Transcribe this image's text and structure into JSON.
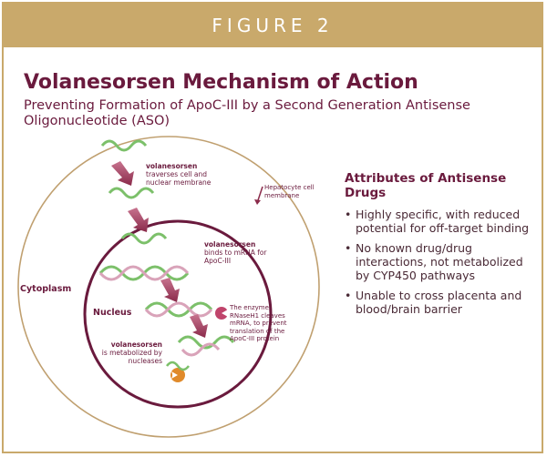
{
  "banner": "FIGURE 2",
  "title": "Volanesorsen Mechanism of Action",
  "subtitle": "Preventing Formation of ApoC-III by a Second Generation Antisense Oligonucleotide (ASO)",
  "diagram": {
    "cytoplasm": "Cytoplasm",
    "nucleus": "Nucleus",
    "hepatocyte": "Hepatocyte cell membrane",
    "step1_bold": "volanesorsen",
    "step1_text": "traverses cell and nuclear membrane",
    "step2_bold": "volanesorsen",
    "step2_text": "binds to mRNA for ApoC-III",
    "step3_text": "The enzyme RNaseH1 cleaves mRNA, to prevent translation of the ApoC-III protein",
    "step4_bold": "volanesorsen",
    "step4_text": "is metabolized by nucleases"
  },
  "attributes": {
    "heading": "Attributes of Antisense Drugs",
    "items": [
      "Highly specific, with reduced potential for off-target binding",
      "No known drug/drug interactions, not metabolized by CYP450 pathways",
      "Unable to cross placenta and blood/brain barrier"
    ]
  },
  "colors": {
    "gold": "#c9a96b",
    "maroon": "#6a1a3d",
    "green": "#7cc06a",
    "pink": "#d9a3b9",
    "rose": "#c0446b",
    "orange": "#e08a2a"
  }
}
